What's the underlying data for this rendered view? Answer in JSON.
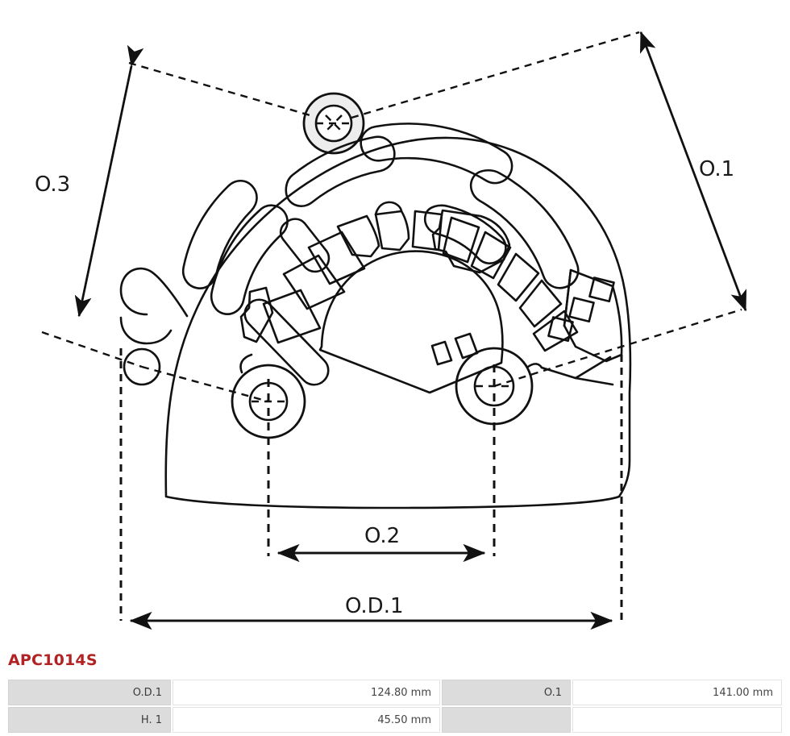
{
  "part": {
    "number": "APC1014S",
    "number_color": "#b22222"
  },
  "drawing": {
    "type": "alternator-protection-cover-technical-drawing",
    "labels": {
      "o3": "O.3",
      "o1": "O.1",
      "o2": "O.2",
      "od1": "O.D.1"
    },
    "dimension_lines": [
      {
        "name": "O.3",
        "orientation": "diagonal-left",
        "label": "O.3"
      },
      {
        "name": "O.1",
        "orientation": "diagonal-right",
        "label": "O.1"
      },
      {
        "name": "O.2",
        "orientation": "horizontal-inner",
        "label": "O.2"
      },
      {
        "name": "O.D.1",
        "orientation": "horizontal-outer",
        "label": "O.D.1"
      }
    ],
    "stroke_color": "#111111",
    "boss_fill": "#ededed"
  },
  "spec_table": {
    "rows": [
      {
        "key_left": "O.D.1",
        "value_left": "124.80 mm",
        "key_right": "O.1",
        "value_right": "141.00 mm"
      },
      {
        "key_left": "H. 1",
        "value_left": "45.50 mm",
        "key_right": "",
        "value_right": ""
      }
    ],
    "key_bg": "#dcdcdc",
    "value_bg": "#ffffff",
    "border_color": "#e3e3e3"
  }
}
